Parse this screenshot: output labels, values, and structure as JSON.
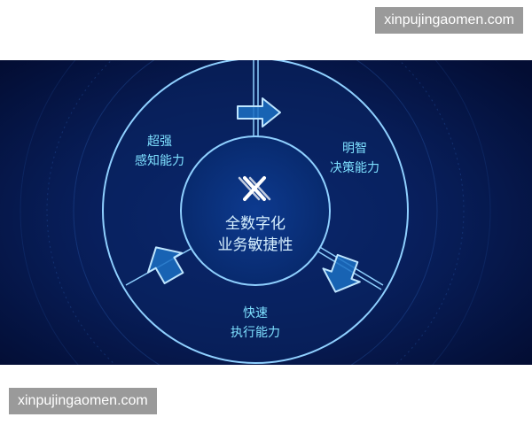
{
  "watermarks": {
    "top": "xinpujingaomen.com",
    "bottom": "xinpujingaomen.com"
  },
  "diagram": {
    "center_line1": "全数字化",
    "center_line2": "业务敏捷性",
    "segments": [
      {
        "line1": "超强",
        "line2": "感知能力"
      },
      {
        "line1": "明智",
        "line2": "决策能力"
      },
      {
        "line1": "快速",
        "line2": "执行能力"
      }
    ]
  },
  "colors": {
    "background": "#06174a",
    "ring_stroke": "#8fd0ff",
    "label": "#7ee0ff",
    "center_text": "#d6f0ff",
    "arrow": "#1b6fc2"
  }
}
